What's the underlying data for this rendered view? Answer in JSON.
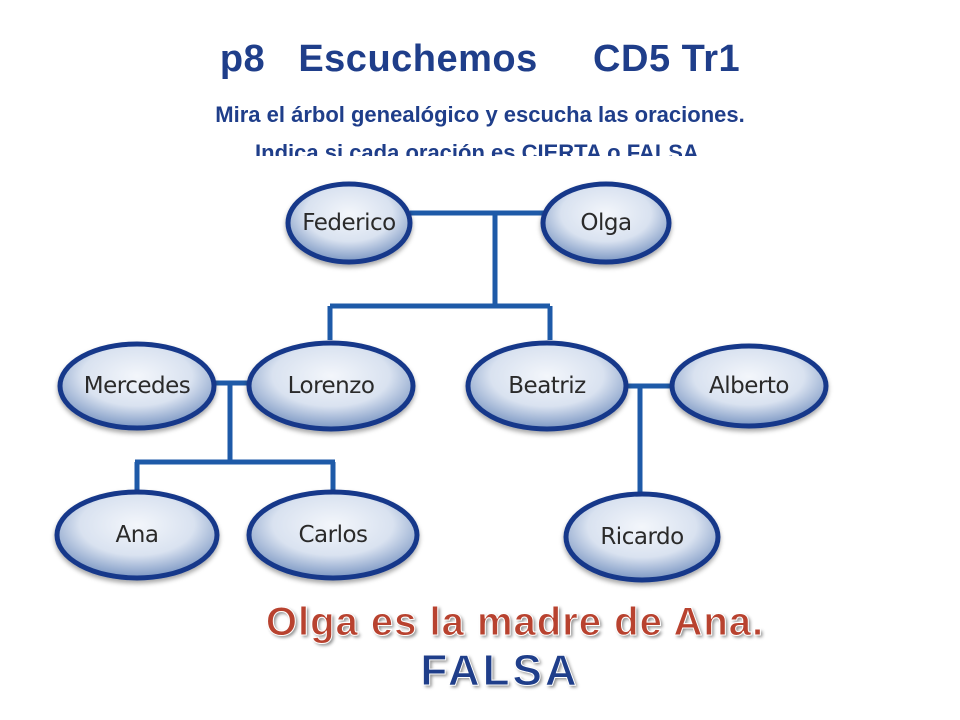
{
  "slide": {
    "title": "p8   Escuchemos     CD5 Tr1",
    "instruction_line1": "Mira el árbol genealógico y escucha las oraciones.",
    "instruction_line2": "Indica si cada oración es CIERTA o FALSA."
  },
  "tree": {
    "nodes": {
      "federico": "Federico",
      "olga": "Olga",
      "mercedes": "Mercedes",
      "lorenzo": "Lorenzo",
      "beatriz": "Beatriz",
      "alberto": "Alberto",
      "ana": "Ana",
      "carlos": "Carlos",
      "ricardo": "Ricardo"
    },
    "colors": {
      "node_fill_light": "#e6ecf6",
      "node_fill_dark": "#5f7fb4",
      "node_border": "#16388a",
      "connector": "#1e5aa8"
    }
  },
  "answer": {
    "statement": "Olga es la madre de Ana.",
    "verdict": "FALSA"
  }
}
